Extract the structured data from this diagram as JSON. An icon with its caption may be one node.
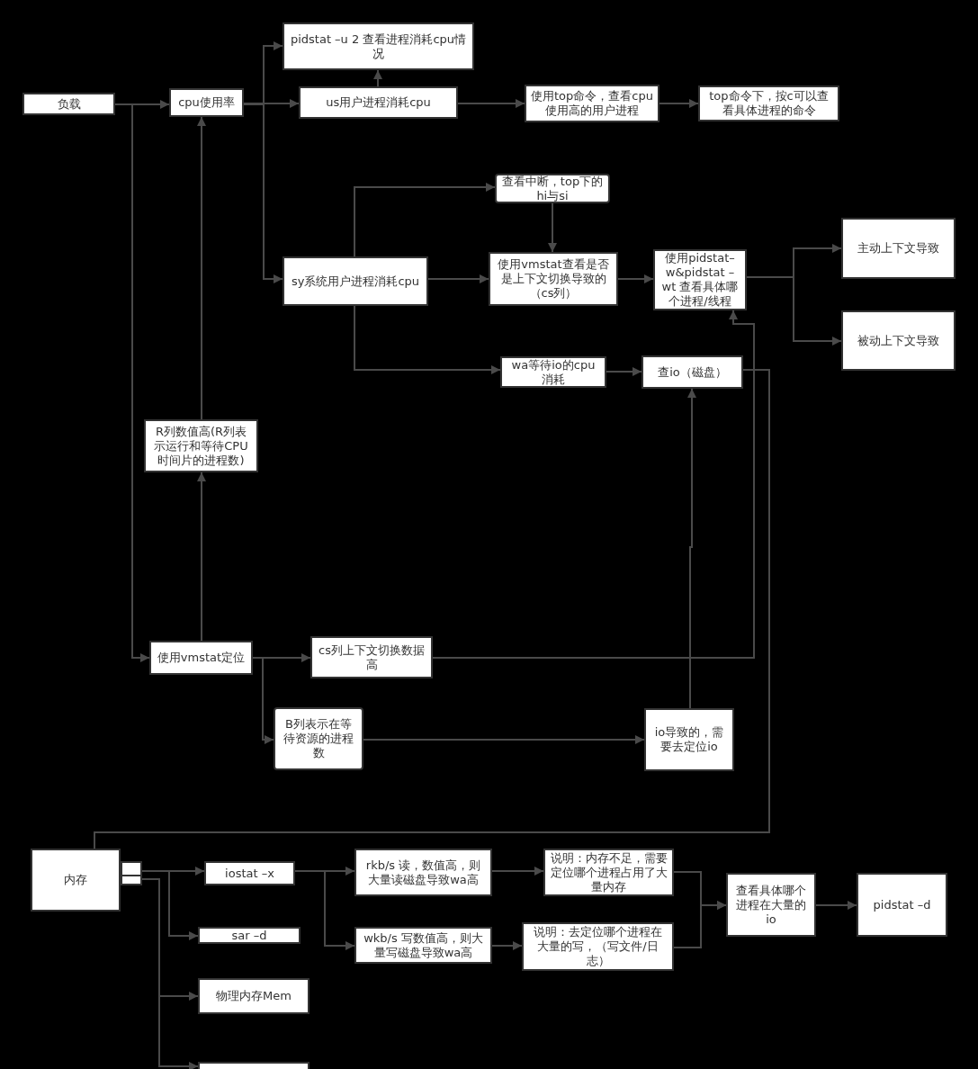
{
  "diagram": {
    "nodes": [
      {
        "text": [
          "负载"
        ]
      },
      {
        "text": [
          "cpu使用率"
        ]
      },
      {
        "text": [
          "pidstat –u 2 查看进程消耗cpu情况"
        ]
      },
      {
        "text": [
          "us用户进程消耗cpu"
        ]
      },
      {
        "text": [
          "使用top命令，查看cpu使用高的用户进程"
        ]
      },
      {
        "text": [
          "top命令下，按c可以查看具体进程的命令"
        ]
      },
      {
        "text": [
          "查看中断，top下的hi与si"
        ]
      },
      {
        "text": [
          "使用vmstat查看是否是上下文切换导致的（cs列）"
        ]
      },
      {
        "text": [
          "使用pidstat–w&pidstat –wt 查看具体哪个进程/线程"
        ]
      },
      {
        "text": [
          "主动上下文导致"
        ]
      },
      {
        "text": [
          "sy系统用户进程消耗cpu"
        ]
      },
      {
        "text": [
          "被动上下文导致"
        ]
      },
      {
        "text": [
          "wa等待io的cpu消耗"
        ]
      },
      {
        "text": [
          "查io（磁盘）"
        ]
      },
      {
        "text": [
          "R列数值高(R列表示运行和等待CPU时间片的进程数)"
        ]
      },
      {
        "text": [
          "使用vmstat定位"
        ]
      },
      {
        "text": [
          "cs列上下文切换数据高"
        ]
      },
      {
        "text": [
          "B列表示在等待资源的进程数"
        ]
      },
      {
        "text": [
          "io导致的，需要去定位io"
        ]
      },
      {
        "text": [
          "内存"
        ]
      },
      {
        "text": [],
        "shape": "box"
      },
      {
        "text": [
          "iostat –x"
        ]
      },
      {
        "text": [
          "sar –d"
        ]
      },
      {
        "text": [
          "物理内存Mem"
        ]
      },
      {
        "text": [],
        "shape": "box"
      },
      {
        "text": [
          "rkb/s 读，数值高，则大量读磁盘导致wa高"
        ]
      },
      {
        "text": [
          "wkb/s 写数值高，则大量写磁盘导致wa高"
        ]
      },
      {
        "text": [
          "说明：内存不足，需要定位哪个进程占用了大量内存"
        ]
      },
      {
        "text": [
          "说明：去定位哪个进程在大量的写，（写文件/日志）"
        ]
      },
      {
        "text": [
          "查看具体哪个进程在大量的io"
        ]
      },
      {
        "text": [
          "pidstat –d"
        ]
      }
    ],
    "edges": [
      {
        "from": 0,
        "to": 1,
        "arrow": "to"
      },
      {
        "from": 0,
        "to": 15,
        "arrow": "to"
      },
      {
        "from": 1,
        "to": 2,
        "arrow": "to"
      },
      {
        "from": 1,
        "to": 3,
        "arrow": "to"
      },
      {
        "from": 1,
        "to": 10,
        "arrow": "to"
      },
      {
        "from": 3,
        "to": 2,
        "arrow": "to"
      },
      {
        "from": 3,
        "to": 4,
        "arrow": "to"
      },
      {
        "from": 4,
        "to": 5,
        "arrow": "to"
      },
      {
        "from": 10,
        "to": 6,
        "arrow": "to"
      },
      {
        "from": 6,
        "to": 7,
        "arrow": "to"
      },
      {
        "from": 10,
        "to": 7,
        "arrow": "to"
      },
      {
        "from": 10,
        "to": 12,
        "arrow": "to"
      },
      {
        "from": 7,
        "to": 8,
        "arrow": "to"
      },
      {
        "from": 8,
        "to": 9,
        "arrow": "to"
      },
      {
        "from": 8,
        "to": 11,
        "arrow": "to"
      },
      {
        "from": 12,
        "to": 13,
        "arrow": "to"
      },
      {
        "from": 13,
        "to": 19,
        "arrow": "none"
      },
      {
        "from": 15,
        "to": 14,
        "arrow": "to"
      },
      {
        "from": 14,
        "to": 1,
        "arrow": "to"
      },
      {
        "from": 15,
        "to": 16,
        "arrow": "to"
      },
      {
        "from": 16,
        "to": 8,
        "arrow": "to"
      },
      {
        "from": 15,
        "to": 17,
        "arrow": "to"
      },
      {
        "from": 17,
        "to": 18,
        "arrow": "to"
      },
      {
        "from": 18,
        "to": 13,
        "arrow": "to"
      },
      {
        "from": 20,
        "to": 21,
        "arrow": "to"
      },
      {
        "from": 20,
        "to": 22,
        "arrow": "to"
      },
      {
        "from": 20,
        "to": 23,
        "arrow": "to"
      },
      {
        "from": 20,
        "to": 24,
        "arrow": "to"
      },
      {
        "from": 21,
        "to": 25,
        "arrow": "to"
      },
      {
        "from": 21,
        "to": 26,
        "arrow": "to"
      },
      {
        "from": 25,
        "to": 27,
        "arrow": "to"
      },
      {
        "from": 26,
        "to": 28,
        "arrow": "to"
      },
      {
        "from": 27,
        "to": 29,
        "arrow": "to"
      },
      {
        "from": 28,
        "to": 29,
        "arrow": "to"
      },
      {
        "from": 29,
        "to": 30,
        "arrow": "to"
      }
    ]
  }
}
